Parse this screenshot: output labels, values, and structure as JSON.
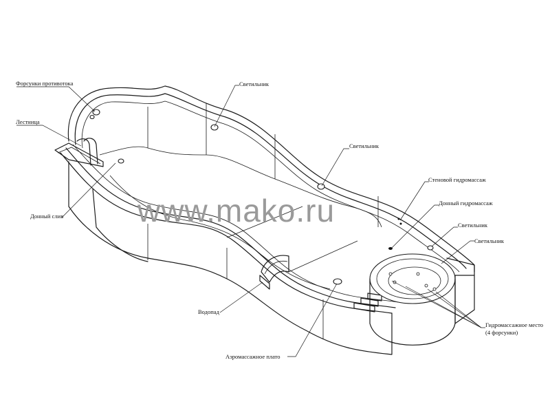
{
  "labels": {
    "counterflow_nozzles": "Форсунки противотока",
    "ladder": "Лестница",
    "bottom_drain": "Донный слив",
    "light_top": "Светильник",
    "light_mid": "Светильник",
    "wall_massage": "Стеновой гидромассаж",
    "bottom_massage": "Донный гидромассаж",
    "light_right_1": "Светильник",
    "light_right_2": "Светильник",
    "waterfall": "Водопад",
    "aero_plate": "Аэромассажное плато",
    "hydro_seat_line1": "Гидромассажное место",
    "hydro_seat_line2": "(4 форсунки)"
  },
  "watermark": "www.mako.ru"
}
